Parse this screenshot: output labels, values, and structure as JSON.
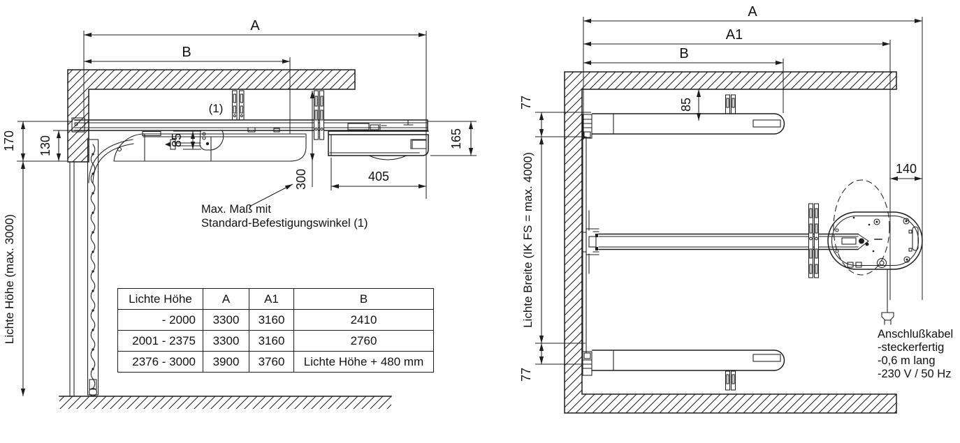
{
  "left_view": {
    "dims": {
      "a": "A",
      "b": "B",
      "h170": "170",
      "h130": "130",
      "h85": "85",
      "v300": "300",
      "w405": "405",
      "h165": "165",
      "clear_height": "Lichte Höhe (max. 3000)"
    },
    "bracket_ref": "(1)",
    "note_line1": "Max. Maß mit",
    "note_line2": "Standard-Befestigungswinkel (1)",
    "table": {
      "headers": [
        "Lichte Höhe",
        "A",
        "A1",
        "B"
      ],
      "rows": [
        [
          "- 2000",
          "3300",
          "3160",
          "2410"
        ],
        [
          "2001 - 2375",
          "3300",
          "3160",
          "2760"
        ],
        [
          "2376 - 3000",
          "3900",
          "3760",
          "Lichte Höhe + 480 mm"
        ]
      ]
    }
  },
  "right_view": {
    "dims": {
      "a": "A",
      "a1": "A1",
      "b": "B",
      "h85": "85",
      "t77": "77",
      "b77": "77",
      "w140": "140",
      "clear_width": "Lichte Breite (IK FS = max. 4000)"
    },
    "cable_note": [
      "Anschlußkabel",
      "-steckerfertig",
      "-0,6 m lang",
      "-230 V / 50 Hz"
    ]
  },
  "colors": {
    "line": "#1d1d1d",
    "background": "#ffffff"
  }
}
